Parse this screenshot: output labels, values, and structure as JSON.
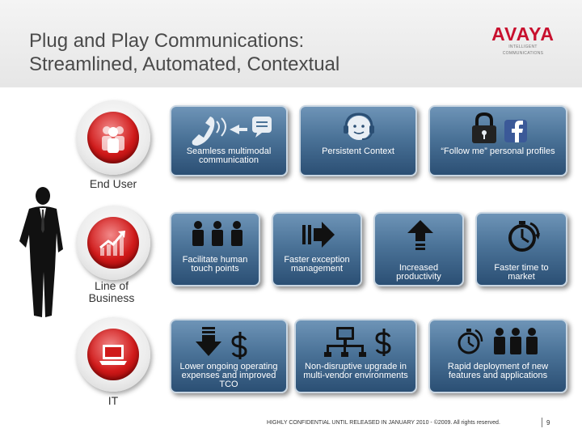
{
  "slide": {
    "title": "Plug and Play Communications:\nStreamlined,  Automated, Contextual",
    "brand": "AVAYA",
    "brand_tagline": "INTELLIGENT COMMUNICATIONS"
  },
  "rows": [
    {
      "label": "End User",
      "icon": "people-icon",
      "cards": [
        {
          "text": "Seamless multimodal communication",
          "icon": "phone-chat-icon"
        },
        {
          "text": "Persistent Context",
          "icon": "headset-agent-icon"
        },
        {
          "text": "“Follow me” personal profiles",
          "icon": "lock-facebook-icon"
        }
      ]
    },
    {
      "label": "Line of Business",
      "icon": "growth-chart-icon",
      "cards": [
        {
          "text": "Facilitate human touch points",
          "icon": "team-icon"
        },
        {
          "text": "Faster exception management",
          "icon": "forward-arrow-icon"
        },
        {
          "text": "Increased productivity",
          "icon": "up-arrow-icon"
        },
        {
          "text": "Faster time to market",
          "icon": "stopwatch-icon"
        }
      ]
    },
    {
      "label": "IT",
      "icon": "laptop-icon",
      "cards": [
        {
          "text": "Lower ongoing operating expenses and improved TCO",
          "icon": "down-arrow-dollar-icon"
        },
        {
          "text": "Non-disruptive upgrade in multi-vendor environments",
          "icon": "network-dollar-icon"
        },
        {
          "text": "Rapid deployment of new features and applications",
          "icon": "stopwatch-team-icon"
        }
      ]
    }
  ],
  "footer": {
    "notice": "HIGHLY CONFIDENTIAL UNTIL RELEASED IN JANUARY 2010 - ©2009. All rights reserved.",
    "page": "9"
  },
  "colors": {
    "brand_red": "#c8102e",
    "card_blue": "#4b7398",
    "circle_red": "#d01a1a"
  }
}
